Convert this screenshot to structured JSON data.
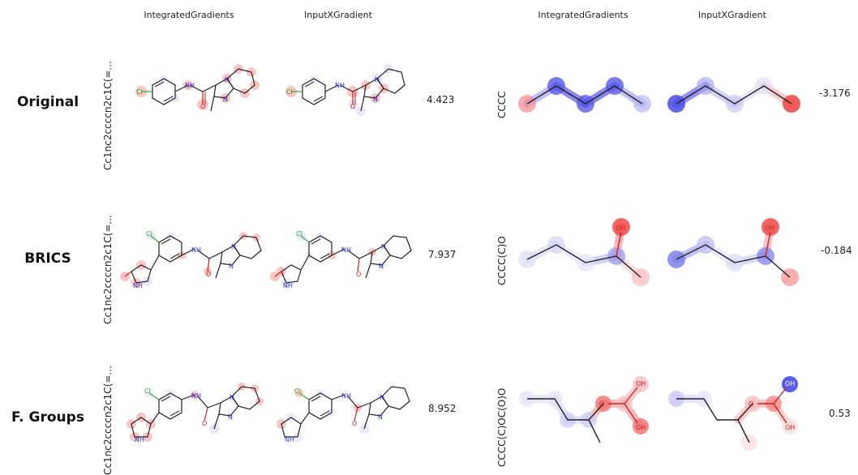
{
  "left_panel": {
    "headers": [
      "IntegratedGradients",
      "InputXGradient"
    ],
    "rows": [
      {
        "label": "Original",
        "smiles": "Cc1nc2ccccn2c1C(=...",
        "score": "4.423"
      },
      {
        "label": "BRICS",
        "smiles": "Cc1nc2ccccn2c1C(=...",
        "score": "7.937"
      },
      {
        "label": "F. Groups",
        "smiles": "Cc1nc2ccccn2c1C(=...",
        "score": "8.952"
      }
    ]
  },
  "right_panel": {
    "headers": [
      "IntegratedGradients",
      "InputXGradient"
    ],
    "rows": [
      {
        "smiles": "CCCC",
        "score": "-3.176"
      },
      {
        "smiles": "CCCC(C)O",
        "score": "-0.184",
        "atom_label": "OH"
      },
      {
        "smiles": "CCCC(C)OC(O)O",
        "score": "0.53",
        "atom_labels": [
          "O",
          "OH",
          "OH"
        ]
      }
    ]
  },
  "atom_text": {
    "cl": "Cl",
    "nh": "NH",
    "n": "N",
    "o": "O"
  },
  "colors": {
    "positive": "#f05a5a",
    "negative": "#4a4ae8",
    "bond": "#222222",
    "nitrogen": "#3333cc",
    "oxygen": "#cc2222",
    "chlorine": "#33aa33"
  }
}
